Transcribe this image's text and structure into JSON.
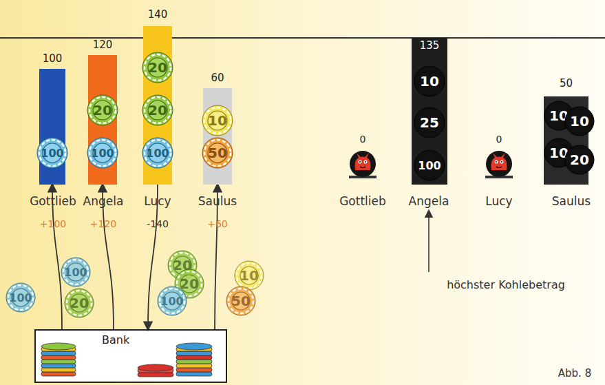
{
  "diagram": {
    "caption": "Abb. 8",
    "nodes": [
      {
        "text": [
          "100"
        ]
      },
      {
        "text": [
          "100"
        ],
        "in": 0
      },
      {
        "text": [
          "120"
        ]
      },
      {
        "text": [
          "20"
        ],
        "in": 2
      },
      {
        "text": [
          "100"
        ],
        "in": 2
      },
      {
        "text": [
          "140"
        ]
      },
      {
        "text": [
          "20"
        ],
        "in": 5
      },
      {
        "text": [
          "20"
        ],
        "in": 5
      },
      {
        "text": [
          "100"
        ],
        "in": 5
      },
      {
        "text": [
          "60"
        ]
      },
      {
        "text": [
          "10"
        ],
        "in": 9
      },
      {
        "text": [
          "50"
        ],
        "in": 9
      },
      {
        "text": [
          "135"
        ]
      },
      {
        "text": [
          "10"
        ],
        "in": 12
      },
      {
        "text": [
          "25"
        ],
        "in": 12
      },
      {
        "text": [
          "100"
        ],
        "in": 12
      },
      {
        "text": [
          "50"
        ]
      },
      {
        "text": [
          "10"
        ],
        "in": 16
      },
      {
        "text": [
          "10"
        ],
        "in": 16
      },
      {
        "text": [
          "10"
        ],
        "in": 16
      },
      {
        "text": [
          "20"
        ],
        "in": 16
      },
      {
        "text": [
          "100"
        ]
      },
      {
        "text": [
          "100"
        ]
      },
      {
        "text": [
          "20"
        ]
      },
      {
        "text": [
          "20"
        ]
      },
      {
        "text": [
          "20"
        ]
      },
      {
        "text": [
          "100"
        ]
      },
      {
        "text": [
          "10"
        ]
      },
      {
        "text": [
          "50"
        ]
      },
      {
        "text": [
          "Bank"
        ]
      }
    ],
    "edges": [
      {
        "from": 29,
        "to": 0,
        "arrow": "to"
      },
      {
        "from": 29,
        "to": 2,
        "arrow": "to"
      },
      {
        "from": 5,
        "to": 29,
        "arrow": "to"
      },
      {
        "from": 29,
        "to": 9,
        "arrow": "to"
      }
    ],
    "labels": [
      "Gottlieb",
      "Angela",
      "Lucy",
      "Saulus",
      "+100",
      "+120",
      "-140",
      "+60",
      "0",
      "Gottlieb",
      "Angela",
      "0",
      "Lucy",
      "Saulus",
      "höchster Kohlebetrag"
    ]
  }
}
